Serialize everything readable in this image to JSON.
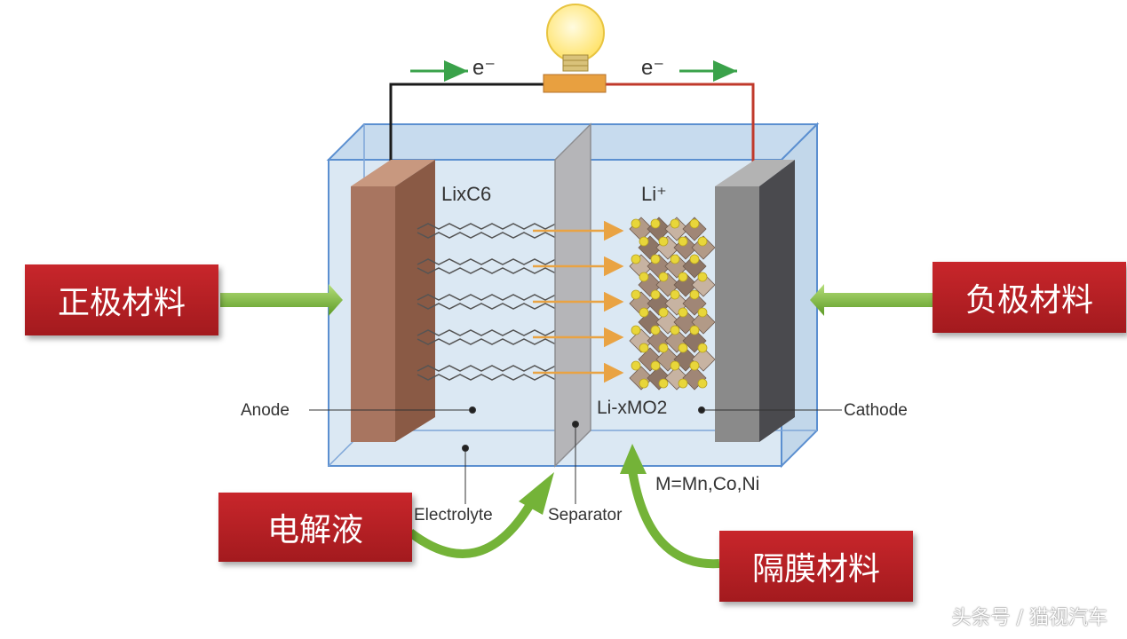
{
  "diagram": {
    "electron_left": "e⁻",
    "electron_right": "e⁻",
    "anode_material": "LixC6",
    "cathode_ion": "Li⁺",
    "cathode_material": "Li-xMO2",
    "labels": {
      "anode": "Anode",
      "cathode": "Cathode",
      "electrolyte": "Electrolyte",
      "separator": "Separator",
      "metals": "M=Mn,Co,Ni"
    }
  },
  "callouts": {
    "positive_material": "正极材料",
    "negative_material": "负极材料",
    "electrolyte": "电解液",
    "separator_material": "隔膜材料"
  },
  "watermark": "头条号 / 猫视汽车",
  "colors": {
    "callout_red": "#b82025",
    "arrow_green": "#7ab83a",
    "anode_brown": "#a87560",
    "cathode_gray": "#8a8a8a",
    "electrolyte_blue": "#dbe8f3",
    "bulb_yellow": "#ffe97a"
  }
}
